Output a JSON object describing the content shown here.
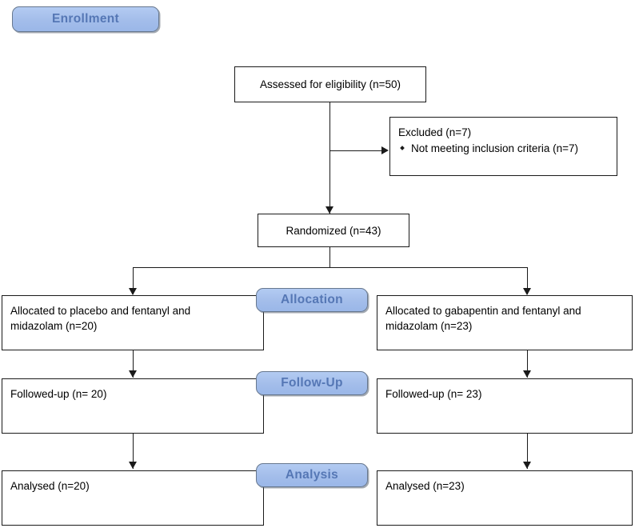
{
  "diagram": {
    "type": "consort-flow-diagram",
    "stage_badges": [
      {
        "id": "enrollment",
        "label": "Enrollment"
      },
      {
        "id": "allocation",
        "label": "Allocation"
      },
      {
        "id": "followup",
        "label": "Follow-Up"
      },
      {
        "id": "analysis",
        "label": "Analysis"
      }
    ],
    "nodes": {
      "assessed": {
        "label": "Assessed for eligibility (n=50)"
      },
      "excluded_title": {
        "label": "Excluded (n=7)"
      },
      "excluded_reason_1": {
        "label": "Not meeting inclusion criteria (n=7)"
      },
      "randomized": {
        "label": "Randomized (n=43)"
      },
      "allocated_left": {
        "label": "Allocated to placebo and fentanyl and\nmidazolam (n=20)"
      },
      "allocated_right": {
        "label": "Allocated to gabapentin and fentanyl and\nmidazolam (n=23)"
      },
      "followed_left": {
        "label": "Followed-up (n= 20)"
      },
      "followed_right": {
        "label": "Followed-up (n= 23)"
      },
      "analysed_left": {
        "label": "Analysed (n=20)"
      },
      "analysed_right": {
        "label": "Analysed (n=23)"
      }
    },
    "colors": {
      "badge_fill": "#a8c3ea",
      "badge_text": "#5577b5",
      "badge_border": "#67788f",
      "box_border": "#1a1a1a",
      "box_fill": "#ffffff",
      "line": "#1a1a1a",
      "page_background": "#ffffff"
    }
  }
}
